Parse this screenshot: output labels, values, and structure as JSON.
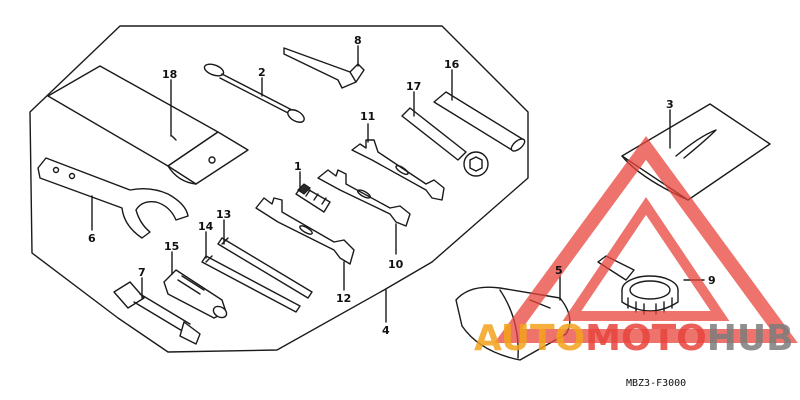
{
  "diagram": {
    "code": "MBZ3-F3000",
    "callouts": {
      "p1": "1",
      "p2": "2",
      "p3": "3",
      "p4": "4",
      "p5": "5",
      "p6": "6",
      "p7": "7",
      "p8": "8",
      "p9": "9",
      "p10": "10",
      "p11": "11",
      "p12": "12",
      "p13": "13",
      "p14": "14",
      "p15": "15",
      "p16": "16",
      "p17": "17",
      "p18": "18"
    }
  },
  "watermark": {
    "part1": "AUTO",
    "part2": "MOTO",
    "part3": "HUB",
    "colors": {
      "red": "#e8453c",
      "orange": "#f3a21b",
      "gray": "#7d7d7d"
    }
  }
}
